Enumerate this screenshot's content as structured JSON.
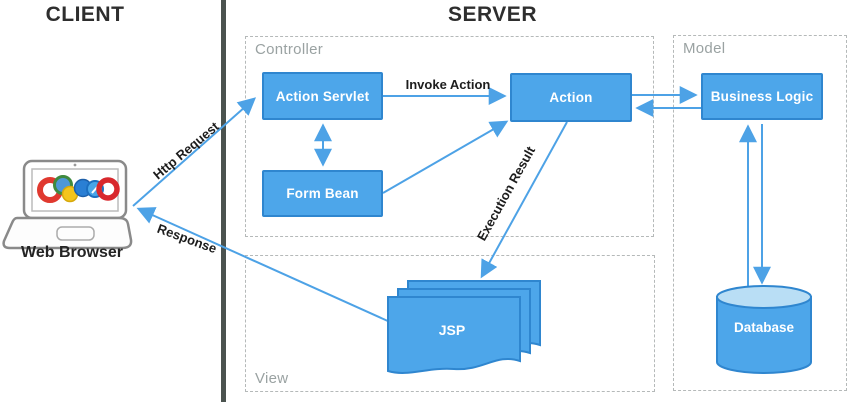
{
  "titles": {
    "client": "CLIENT",
    "server": "SERVER"
  },
  "regions": {
    "controller": {
      "label": "Controller"
    },
    "view": {
      "label": "View"
    },
    "model": {
      "label": "Model"
    }
  },
  "nodes": {
    "action_servlet": {
      "label": "Action Servlet"
    },
    "form_bean": {
      "label": "Form Bean"
    },
    "action": {
      "label": "Action"
    },
    "business_logic": {
      "label": "Business Logic"
    },
    "jsp": {
      "label": "JSP"
    },
    "database": {
      "label": "Database"
    }
  },
  "client": {
    "icon": "laptop-web-browser-icon",
    "label": "Web Browser"
  },
  "edges": {
    "http_request": {
      "label": "Http Request",
      "from": "web-browser",
      "to": "action-servlet"
    },
    "response": {
      "label": "Response",
      "from": "jsp",
      "to": "web-browser"
    },
    "invoke_action": {
      "label": "Invoke Action",
      "from": "action-servlet",
      "to": "action"
    },
    "execution_result": {
      "label": "Execution Result",
      "from": "action",
      "to": "jsp"
    },
    "servlet_form_bean": {
      "bidirectional": true,
      "from": "action-servlet",
      "to": "form-bean"
    },
    "form_bean_action": {
      "from": "form-bean",
      "to": "action"
    },
    "action_business_logic": {
      "bidirectional": true,
      "from": "action",
      "to": "business-logic"
    },
    "business_logic_database": {
      "bidirectional": true,
      "from": "business-logic",
      "to": "database"
    }
  },
  "colors": {
    "node_fill": "#4da6ea",
    "node_border": "#2f86cf",
    "arrow_blue": "#4da2e6",
    "separator_dark": "#4b534f",
    "region_border": "#b5b9b9",
    "region_label_gray": "#9aa2a2",
    "title_text": "#2e2e2e",
    "database_top_fill": "#b9def5"
  }
}
